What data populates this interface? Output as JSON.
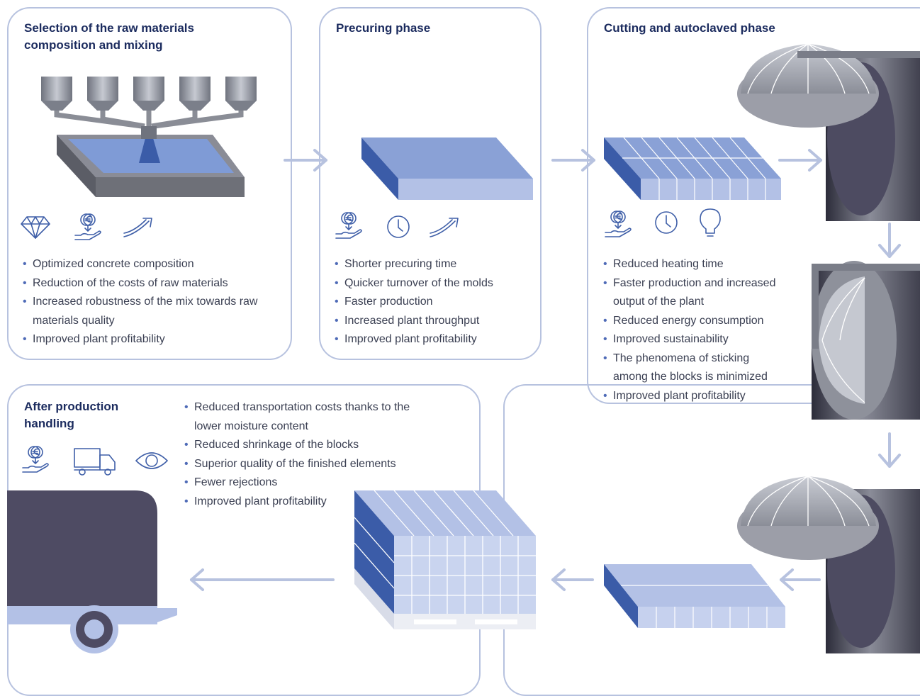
{
  "panels": {
    "mixing": {
      "title": "Selection of the raw materials composition and mixing",
      "icons": [
        "diamond-icon",
        "euro-hand-icon",
        "trend-arrow-icon"
      ],
      "bullets": [
        "Optimized concrete composition",
        "Reduction of the costs of raw materials",
        "Increased robustness of the mix towards raw materials quality",
        "Improved plant profitability"
      ]
    },
    "precuring": {
      "title": "Precuring phase",
      "icons": [
        "euro-hand-icon",
        "clock-icon",
        "trend-arrow-icon"
      ],
      "bullets": [
        "Shorter precuring time",
        "Quicker turnover of the molds",
        "Faster production",
        "Increased plant throughput",
        "Improved plant profitability"
      ]
    },
    "autoclave": {
      "title": "Cutting and autoclaved phase",
      "icons": [
        "euro-hand-icon",
        "clock-icon",
        "lightbulb-icon"
      ],
      "bullets": [
        "Reduced heating time",
        "Faster production and increased output of the plant",
        "Reduced energy consumption",
        "Improved sustainability",
        "The phenomena of sticking among the blocks is minimized",
        "Improved plant profitability"
      ]
    },
    "handling": {
      "title": "After production handling",
      "icons": [
        "euro-hand-icon",
        "truck-icon",
        "eye-icon"
      ],
      "bullets": [
        "Reduced transportation costs thanks to the lower moisture content",
        "Reduced shrinkage of the blocks",
        "Superior quality of the finished elements",
        "Fewer rejections",
        "Improved plant profitability"
      ]
    }
  },
  "colors": {
    "panel_border": "#b7c2df",
    "accent_blue": "#3f5fa8",
    "block_light": "#a9b8e0",
    "block_dark": "#3b5ca8",
    "steel": "#8c8f99",
    "dark_slate": "#4a4a60"
  }
}
